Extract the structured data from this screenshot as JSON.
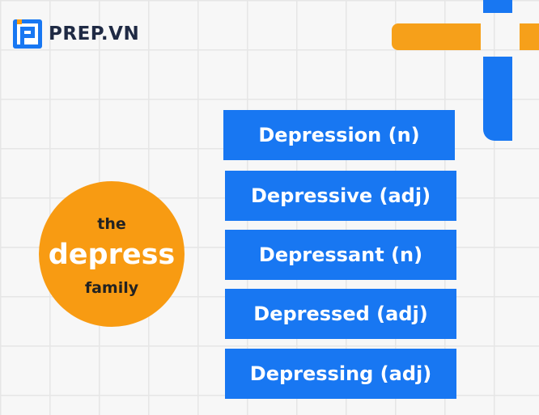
{
  "brand": {
    "name": "PREP.VN",
    "colors": {
      "blue": "#1877f2",
      "orange": "#f89b12",
      "dark": "#1f2a44"
    }
  },
  "family": {
    "prefix": "the",
    "word": "depress",
    "suffix": "family"
  },
  "words": [
    "Depression (n)",
    "Depressive (adj)",
    "Depressant (n)",
    "Depressed (adj)",
    "Depressing (adj)"
  ]
}
